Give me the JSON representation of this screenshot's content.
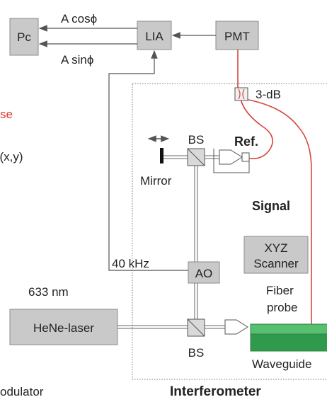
{
  "labels": {
    "pc": "Pc",
    "lia": "LIA",
    "pmt": "PMT",
    "a_cos": "A cosϕ",
    "a_sin": "A sinϕ",
    "phase_fragment": "se",
    "xy_fragment": "ϕ(x,y)",
    "coupler": "3-dB",
    "bs_top": "BS",
    "ref": "Ref.",
    "mirror": "Mirror",
    "signal": "Signal",
    "xyz_line1": "XYZ",
    "xyz_line2": "Scanner",
    "freq": "40 kHz",
    "ao": "AO",
    "wavelength": "633 nm",
    "laser": "HeNe-laser",
    "fiber_line1": "Fiber",
    "fiber_line2": "probe",
    "bs_bottom": "BS",
    "waveguide": "Waveguide",
    "modulator_fragment": "odulator",
    "interferometer": "Interferometer"
  },
  "colors": {
    "box_fill": "#c9c9c9",
    "fiber": "#d8443a",
    "phase_text": "#d83a2f",
    "waveguide": "#3fae5a"
  }
}
